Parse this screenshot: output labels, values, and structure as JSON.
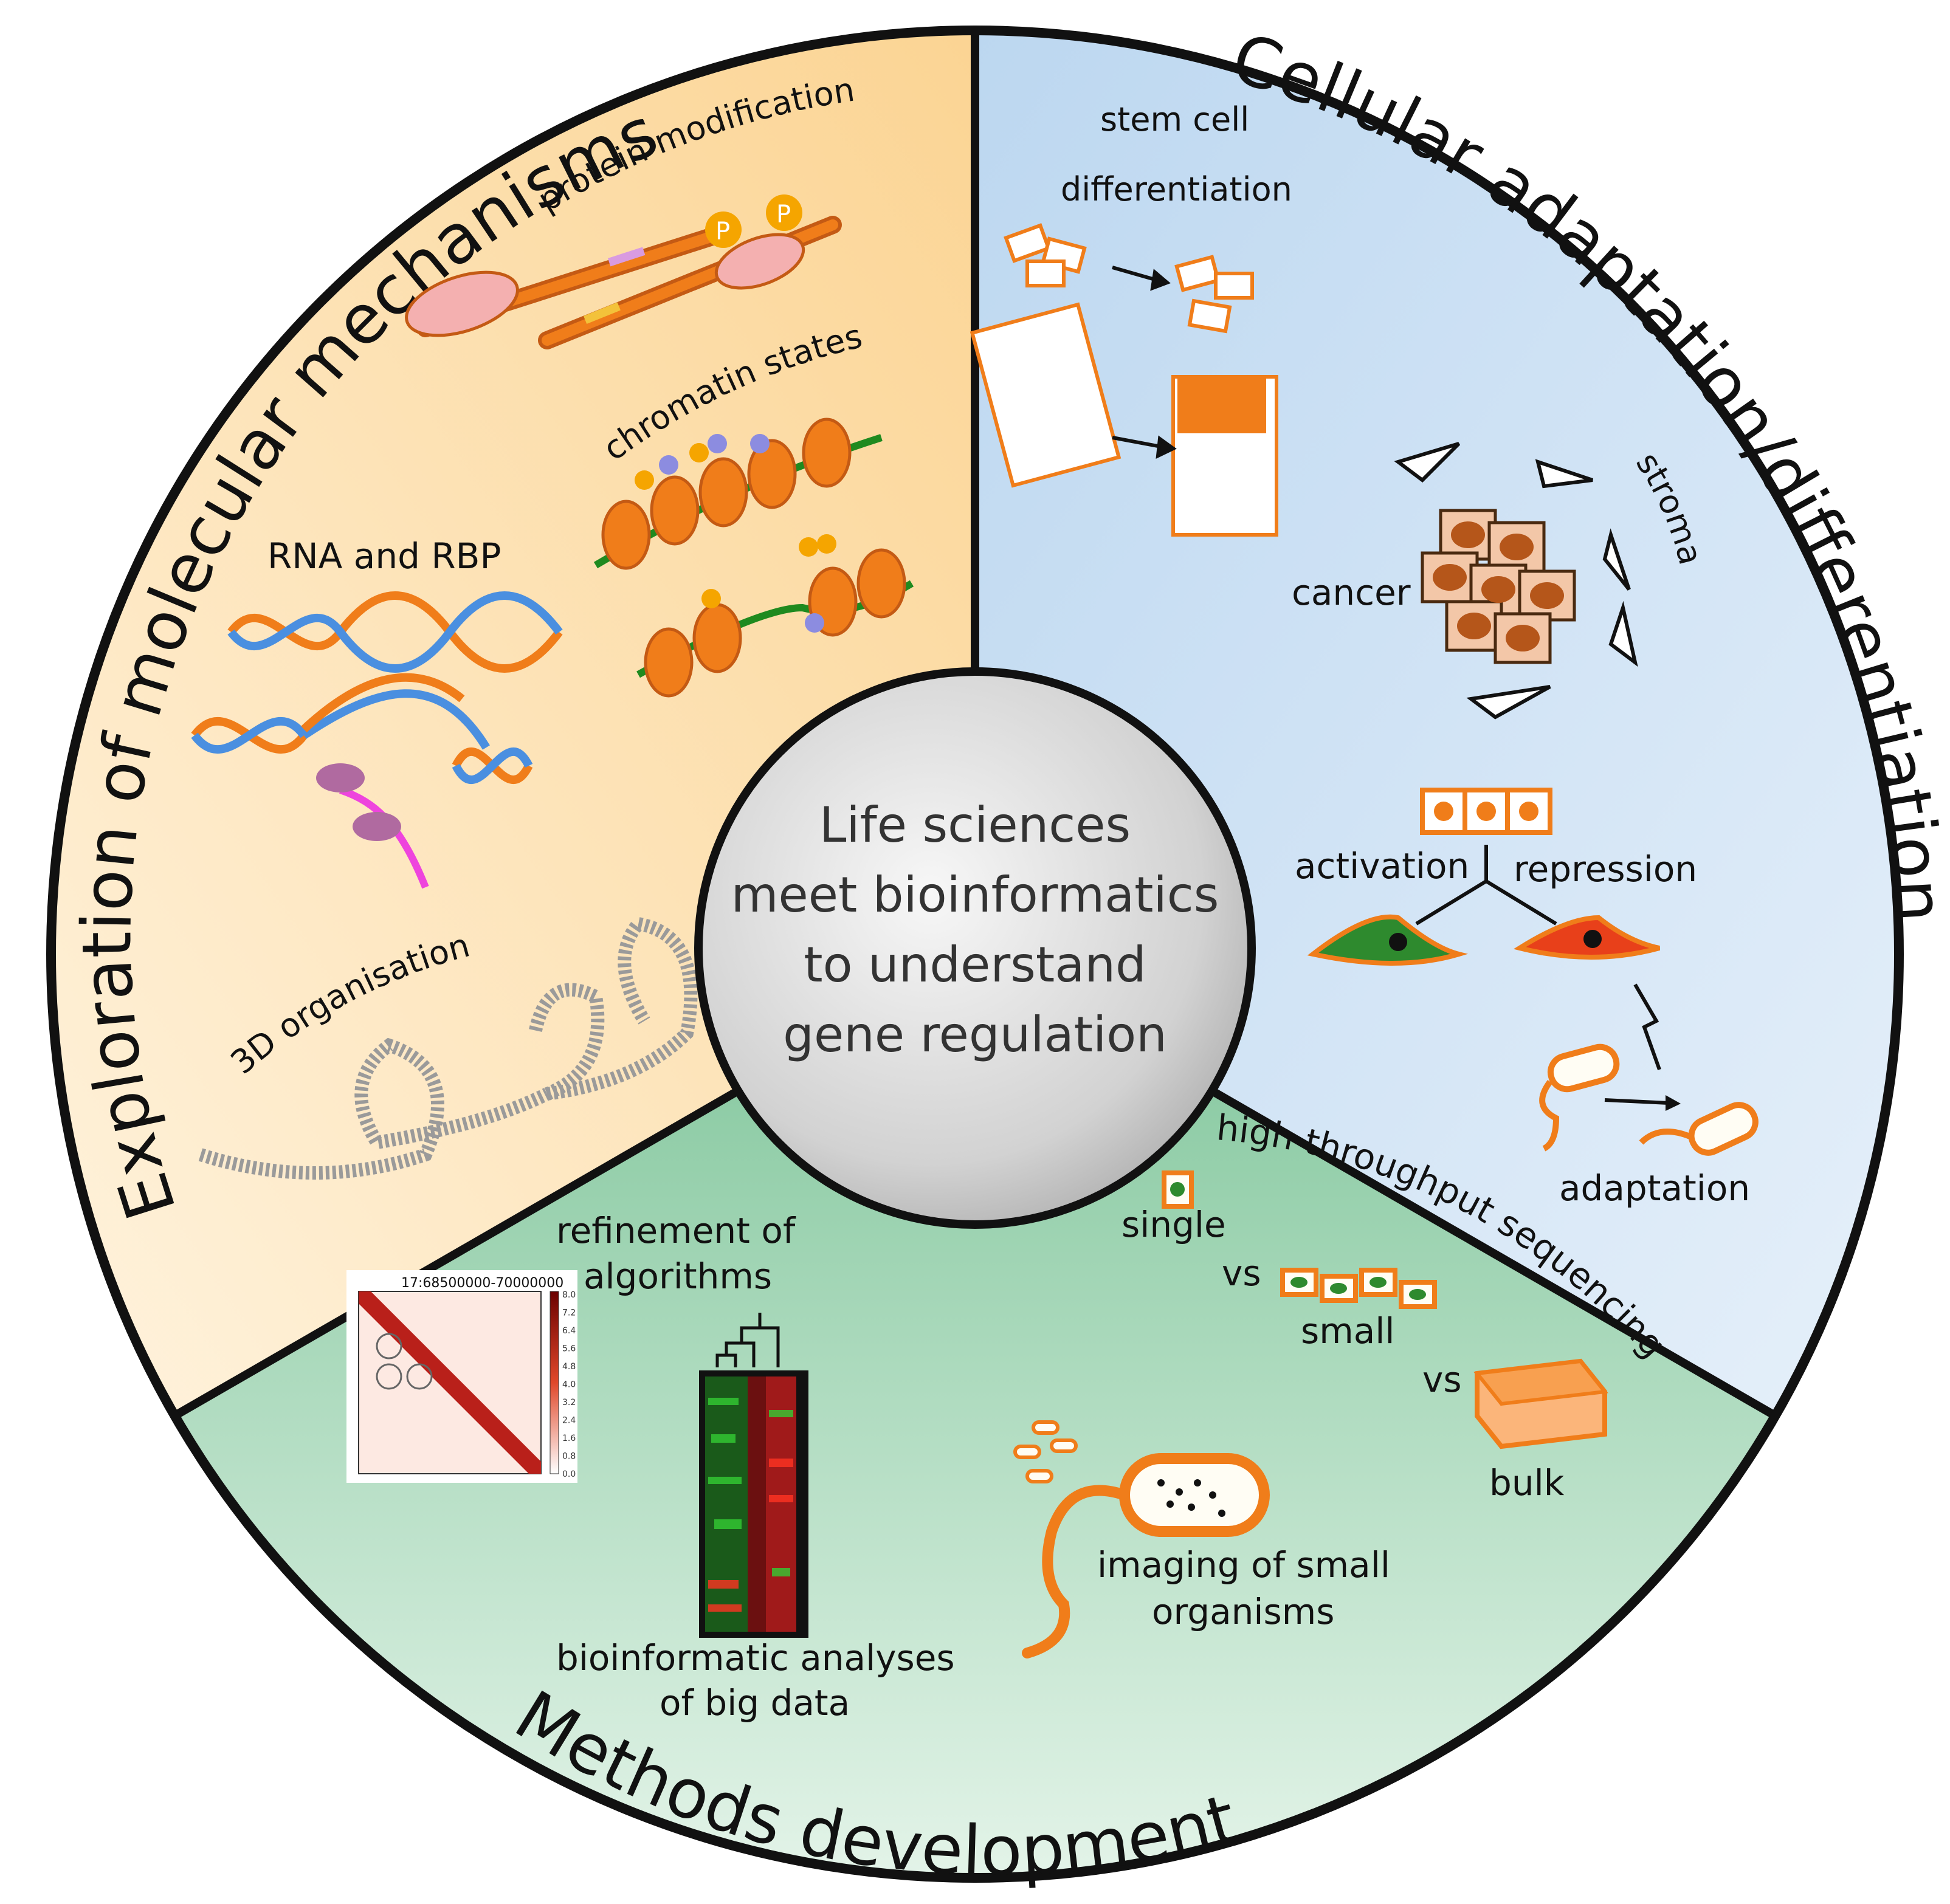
{
  "sections": {
    "molecular": {
      "title": "Exploration of molecular mechanisms",
      "items": {
        "protein_modification": "protein modification",
        "phospho_label": "P",
        "chromatin_states": "chromatin states",
        "rna_rbp": "RNA and RBP",
        "organisation_3d": "3D organisation"
      }
    },
    "cellular": {
      "title": "Cellular adaptation/differentiation",
      "items": {
        "stem_cell_line1": "stem cell",
        "stem_cell_line2": "differentiation",
        "stroma": "stroma",
        "cancer": "cancer",
        "activation": "activation",
        "repression": "repression",
        "adaptation": "adaptation"
      }
    },
    "methods": {
      "title": "Methods development",
      "items": {
        "refinement_line1": "refinement of",
        "refinement_line2": "algorithms",
        "heatmap_title": "17:68500000-70000000",
        "colorbar_ticks": [
          "8.0",
          "7.2",
          "6.4",
          "5.6",
          "4.8",
          "4.0",
          "3.2",
          "2.4",
          "1.6",
          "0.8",
          "0.0"
        ],
        "bioinfo_line1": "bioinformatic analyses",
        "bioinfo_line2": "of big data",
        "high_throughput": "high throughput sequencing",
        "single": "single",
        "vs1": "vs",
        "small": "small",
        "vs2": "vs",
        "bulk": "bulk",
        "imaging_line1": "imaging of small",
        "imaging_line2": "organisms"
      }
    }
  },
  "center": {
    "lines": [
      "Life sciences",
      "meet bioinformatics",
      "to understand",
      "gene regulation"
    ]
  },
  "colors": {
    "molecular_bg": "#fbd89a",
    "cellular_bg": "#c6ddf2",
    "methods_bg": "#8fcca4",
    "accent_orange": "#f07d1a",
    "dna_blue": "#4a8fe0",
    "chromatin_green": "#1f8a1f",
    "cancer_brown": "#b5561a"
  }
}
